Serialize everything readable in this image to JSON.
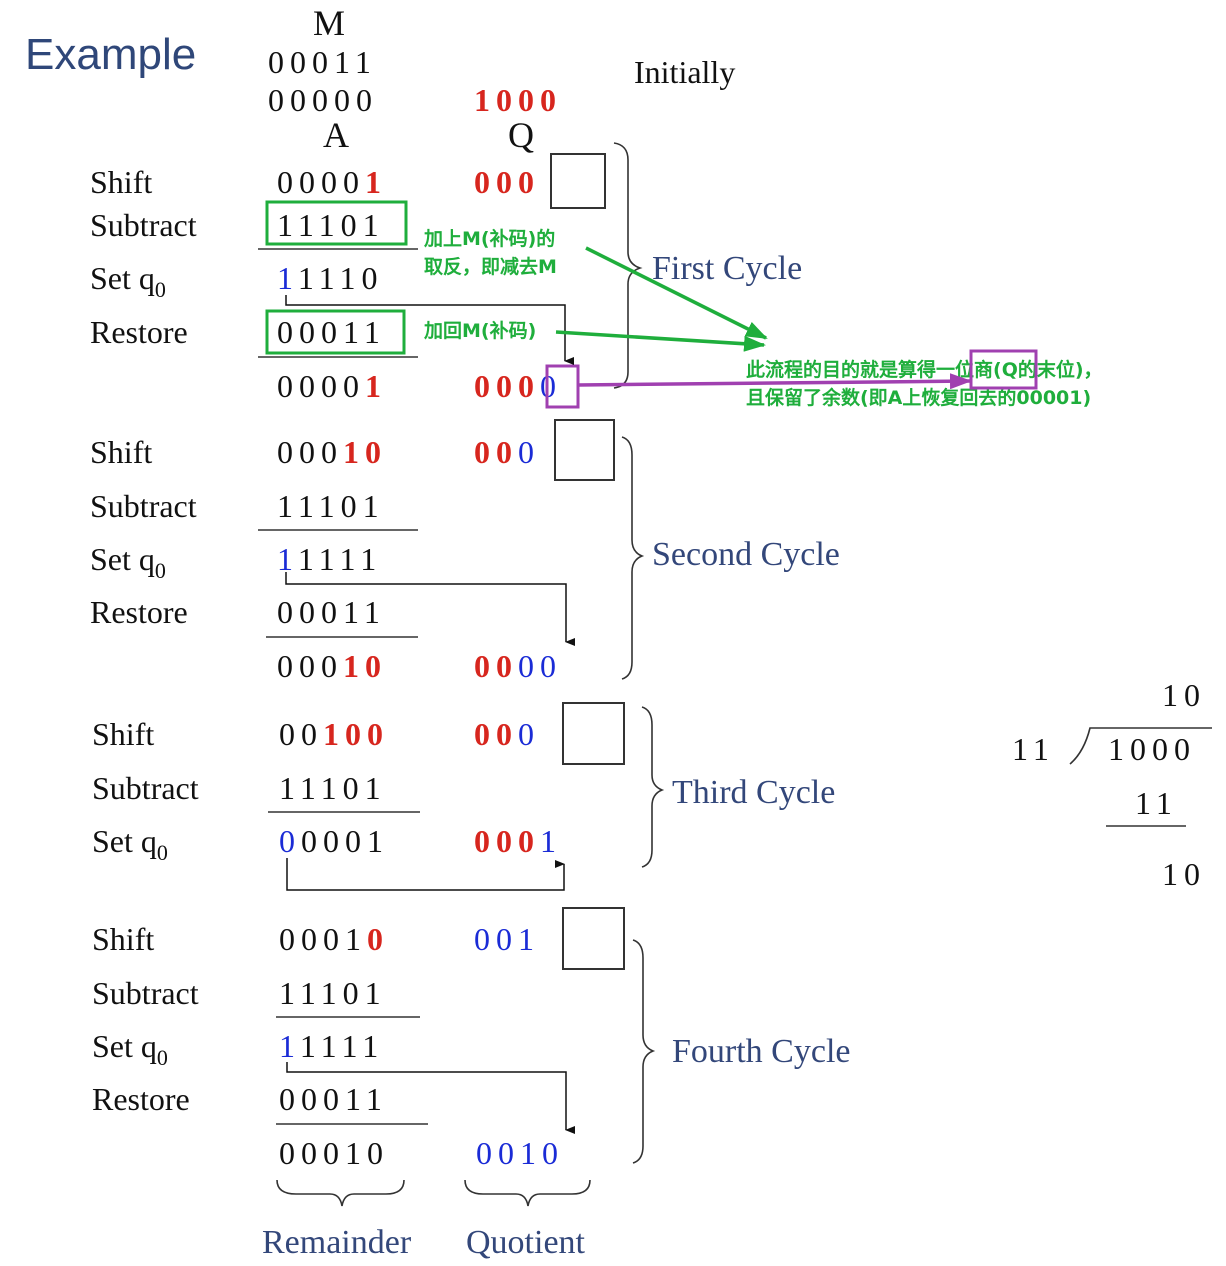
{
  "title": "Example",
  "headers": {
    "m": "M",
    "a": "A",
    "q": "Q",
    "initially": "Initially"
  },
  "initial": {
    "m_value": "00011",
    "a_value": "00000",
    "q_value": "1000"
  },
  "labels": {
    "shift": "Shift",
    "subtract": "Subtract",
    "setq_main": "Set q",
    "setq_sub": "0",
    "restore": "Restore"
  },
  "cycles": [
    {
      "name": "First Cycle",
      "shift": {
        "a_black": "0000",
        "a_red": "1",
        "q_red": "000"
      },
      "subtract": "11101",
      "setq": {
        "a_blue": "1",
        "a_black": "1110"
      },
      "restore": "00011",
      "result": {
        "a_black": "0000",
        "a_red": "1",
        "q_red": "000",
        "q_blue": "0"
      }
    },
    {
      "name": "Second Cycle",
      "shift": {
        "a_black": "000",
        "a_red": "10",
        "q_red": "00",
        "q_blue": "0"
      },
      "subtract": "11101",
      "setq": {
        "a_blue": "1",
        "a_black": "1111"
      },
      "restore": "00011",
      "result": {
        "a_black": "000",
        "a_red": "10",
        "q_red": "00",
        "q_blue": "00"
      }
    },
    {
      "name": "Third Cycle",
      "shift": {
        "a_black": "00",
        "a_red": "100",
        "q_red": "00",
        "q_blue": "0"
      },
      "subtract": "11101",
      "setq": {
        "a_blue": "0",
        "a_black": "0001",
        "q_red": "000",
        "q_blue": "1"
      }
    },
    {
      "name": "Fourth Cycle",
      "shift": {
        "a_black": "0001",
        "a_red": "0",
        "q_blue": "001"
      },
      "subtract": "11101",
      "setq": {
        "a_blue": "1",
        "a_black": "1111"
      },
      "restore": "00011",
      "result": {
        "a_black": "00010",
        "q_blue": "0010"
      }
    }
  ],
  "bottom_labels": {
    "remainder": "Remainder",
    "quotient": "Quotient"
  },
  "annotations": {
    "negate_line1": "加上M(补码)的",
    "negate_line2": "取反，即减去M",
    "add_back": "加回M(补码)",
    "purpose_line1_a": "此流程的目的就是算得",
    "purpose_line1_b": "一位商",
    "purpose_line1_c": "(Q的末位)，",
    "purpose_line2": "且保留了余数(即A上恢复回去的00001)"
  },
  "long_division": {
    "quotient": "10",
    "divisor": "11",
    "dividend": "1000",
    "subtrahend": "11",
    "remainder": "10"
  },
  "colors": {
    "title": "#2f4779",
    "cycle_label": "#33477a",
    "red": "#d7261e",
    "blue": "#1a2bd6",
    "annotation_green": "#1fae3c",
    "highlight_purple": "#a040b0"
  }
}
